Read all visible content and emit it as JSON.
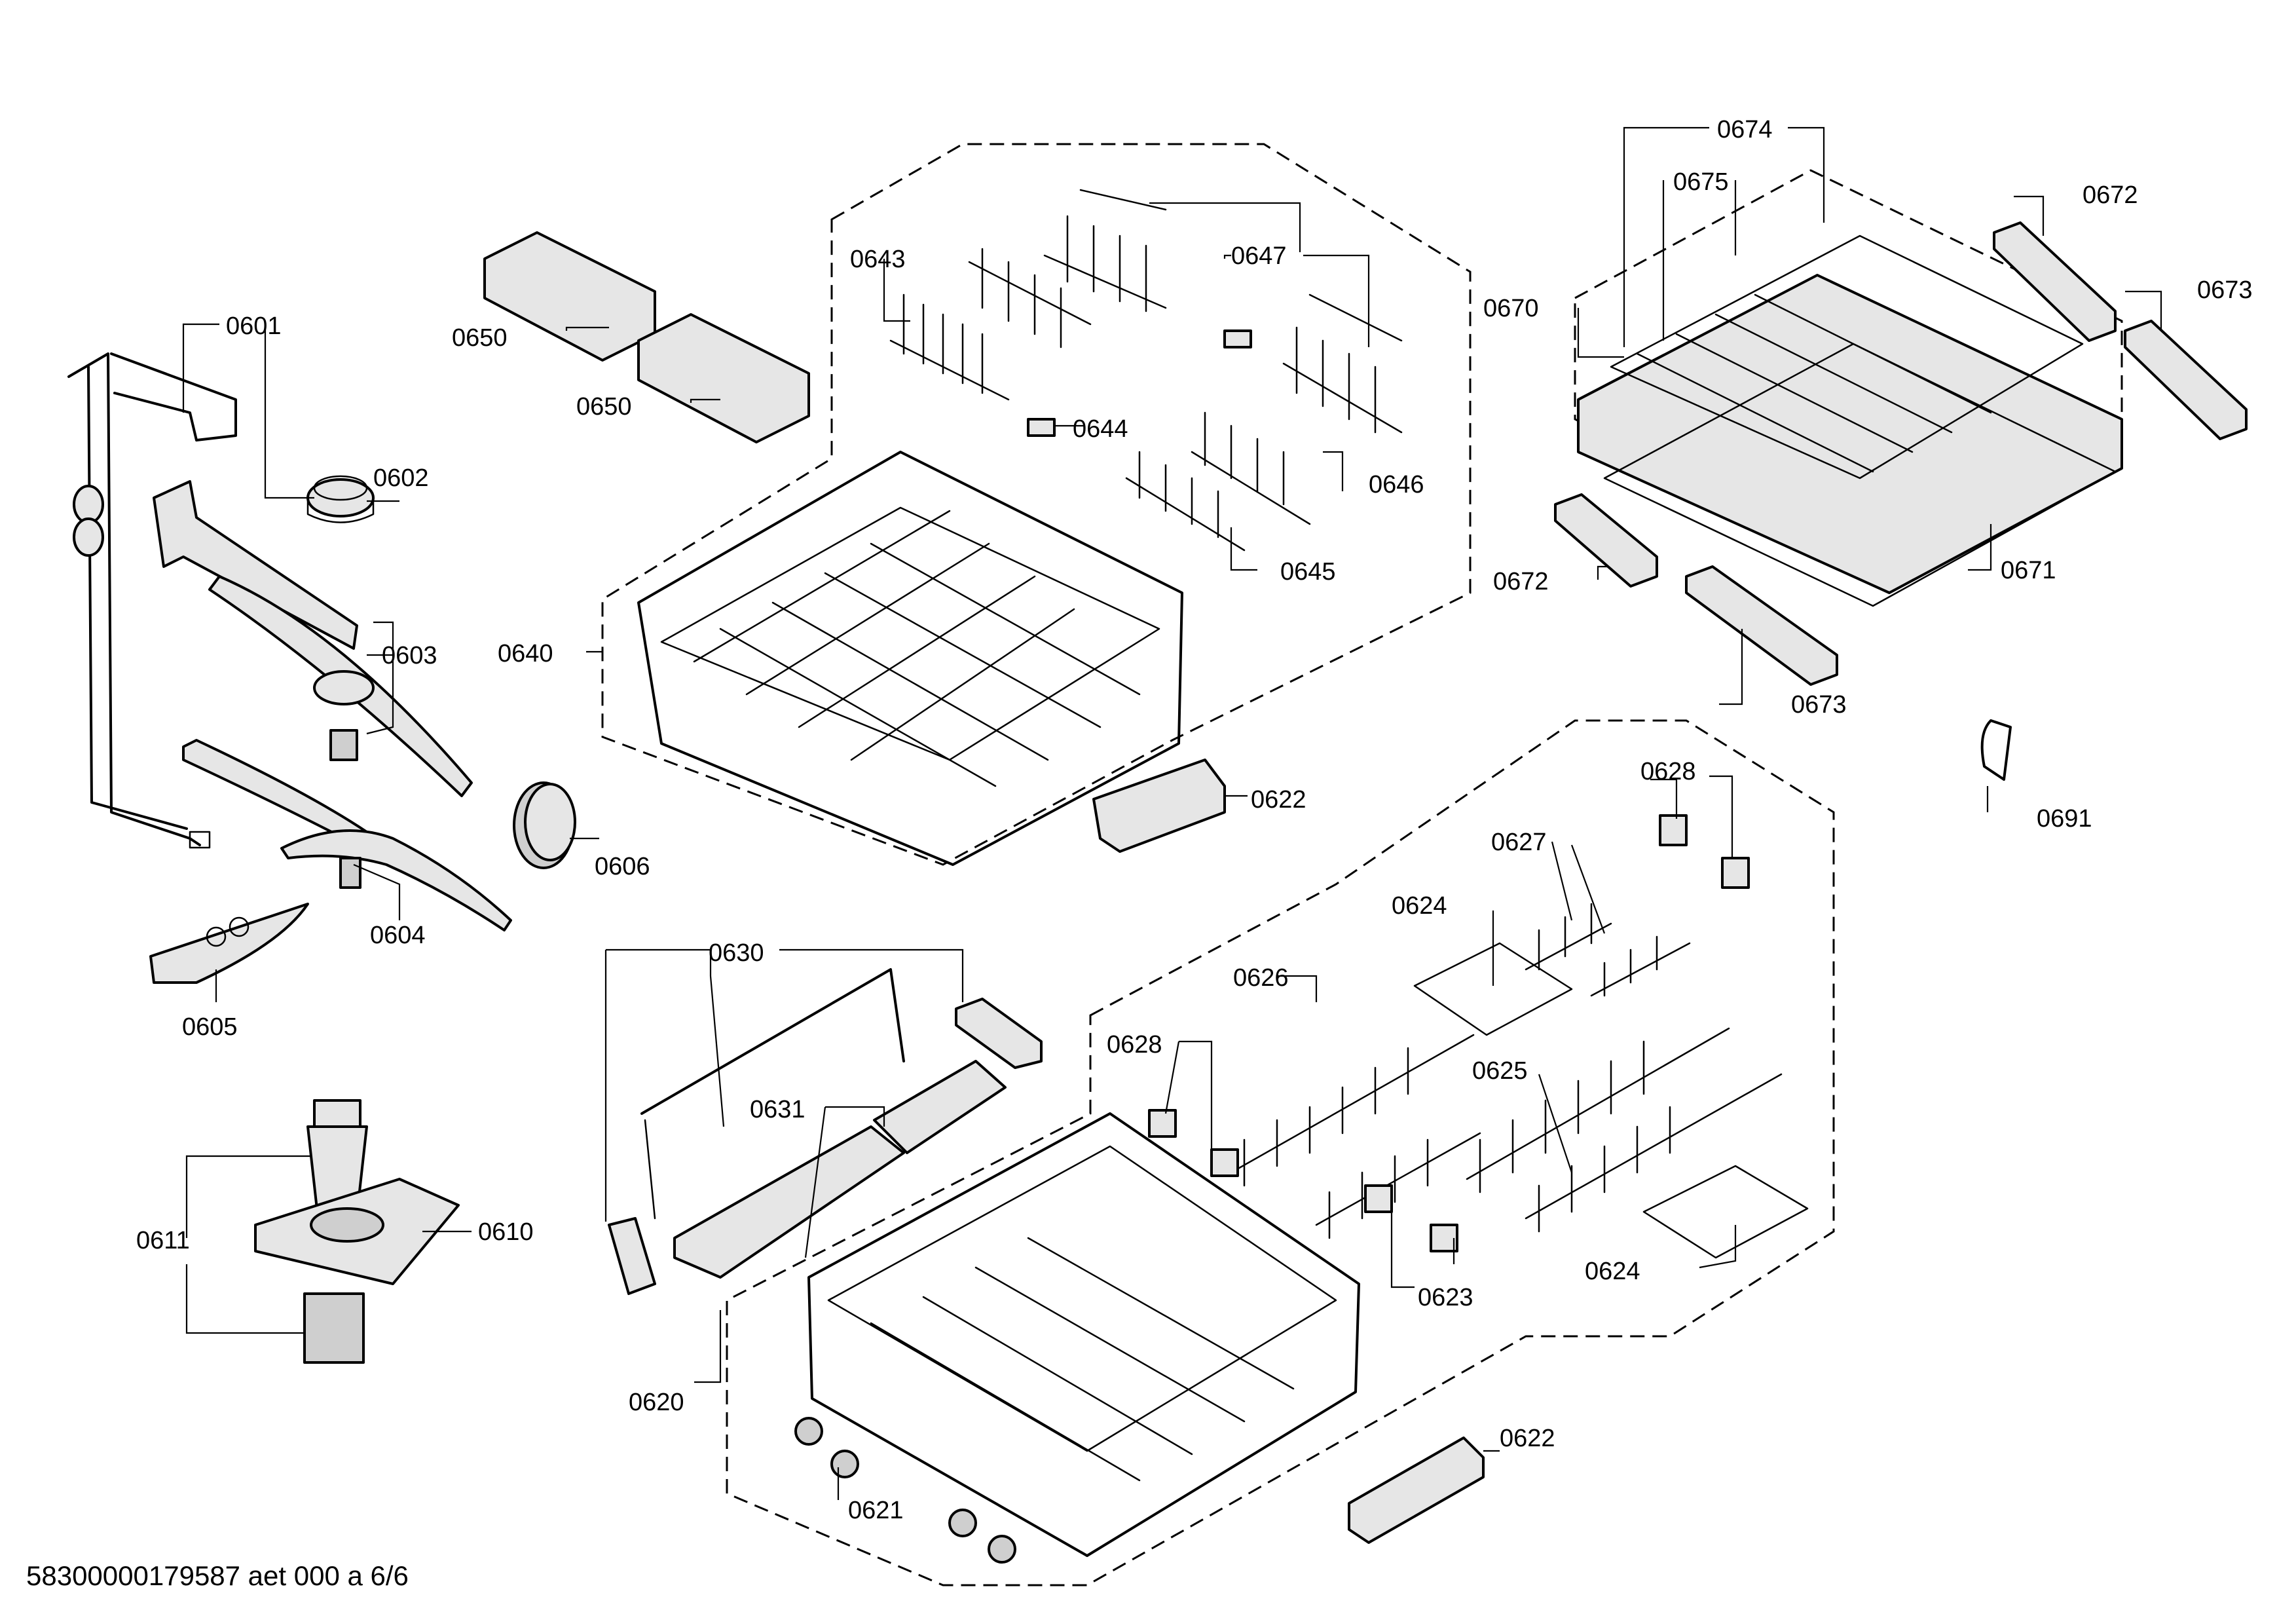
{
  "labels": {
    "p0601": "0601",
    "p0602": "0602",
    "p0603": "0603",
    "p0604": "0604",
    "p0605": "0605",
    "p0606": "0606",
    "p0610": "0610",
    "p0611": "0611",
    "p0620": "0620",
    "p0621": "0621",
    "p0622a": "0622",
    "p0622b": "0622",
    "p0623": "0623",
    "p0624a": "0624",
    "p0624b": "0624",
    "p0625": "0625",
    "p0626": "0626",
    "p0627": "0627",
    "p0628a": "0628",
    "p0628b": "0628",
    "p0630": "0630",
    "p0631": "0631",
    "p0640": "0640",
    "p0643": "0643",
    "p0644": "0644",
    "p0645": "0645",
    "p0646": "0646",
    "p0647": "0647",
    "p0650a": "0650",
    "p0650b": "0650",
    "p0670": "0670",
    "p0671": "0671",
    "p0672a": "0672",
    "p0672b": "0672",
    "p0673a": "0673",
    "p0673b": "0673",
    "p0674": "0674",
    "p0675": "0675",
    "p0691": "0691"
  },
  "footer": "58300000179587 aet 000 a 6/6"
}
